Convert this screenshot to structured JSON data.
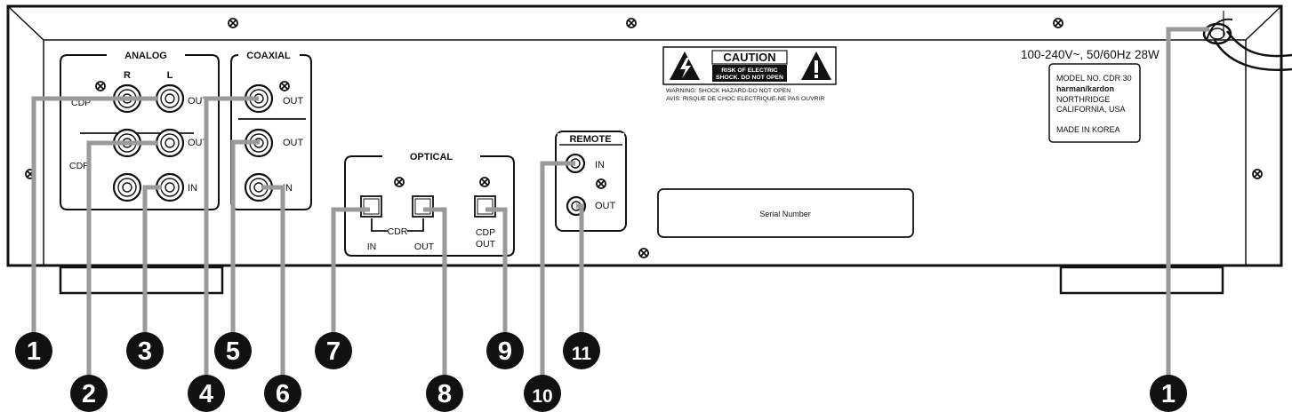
{
  "sections": {
    "analog": "ANALOG",
    "coaxial": "COAXIAL",
    "optical": "OPTICAL",
    "remote": "REMOTE"
  },
  "analog_labels": {
    "r": "R",
    "l": "L",
    "cdp": "CDP",
    "cdr": "CDR",
    "out1": "OUT",
    "out2": "OUT",
    "in": "IN"
  },
  "coaxial_labels": {
    "out1": "OUT",
    "out2": "OUT",
    "in": "IN"
  },
  "optical_labels": {
    "cdr": "CDR",
    "in": "IN",
    "out": "OUT",
    "cdp": "CDP",
    "cdp_out": "OUT"
  },
  "remote_labels": {
    "in": "IN",
    "out": "OUT"
  },
  "caution": {
    "title": "CAUTION",
    "line1": "RISK OF ELECTRIC",
    "line2": "SHOCK. DO NOT OPEN",
    "warning_en": "WARNING: SHOCK HAZARD-DO NOT OPEN",
    "warning_fr": "AVIS: RISQUE DE CHOC ELECTRIQUE-NE PAS OUVRIR"
  },
  "power_rating": "100-240V~, 50/60Hz 28W",
  "model_label": {
    "model": "MODEL NO. CDR 30",
    "brand": "harman/kardon",
    "city": "NORTHRIDGE",
    "state": "CALIFORNIA, USA",
    "origin": "MADE IN KOREA"
  },
  "serial_label": "Serial Number",
  "callouts": [
    "1",
    "2",
    "3",
    "4",
    "5",
    "6",
    "7",
    "8",
    "9",
    "10",
    "11",
    "1"
  ]
}
